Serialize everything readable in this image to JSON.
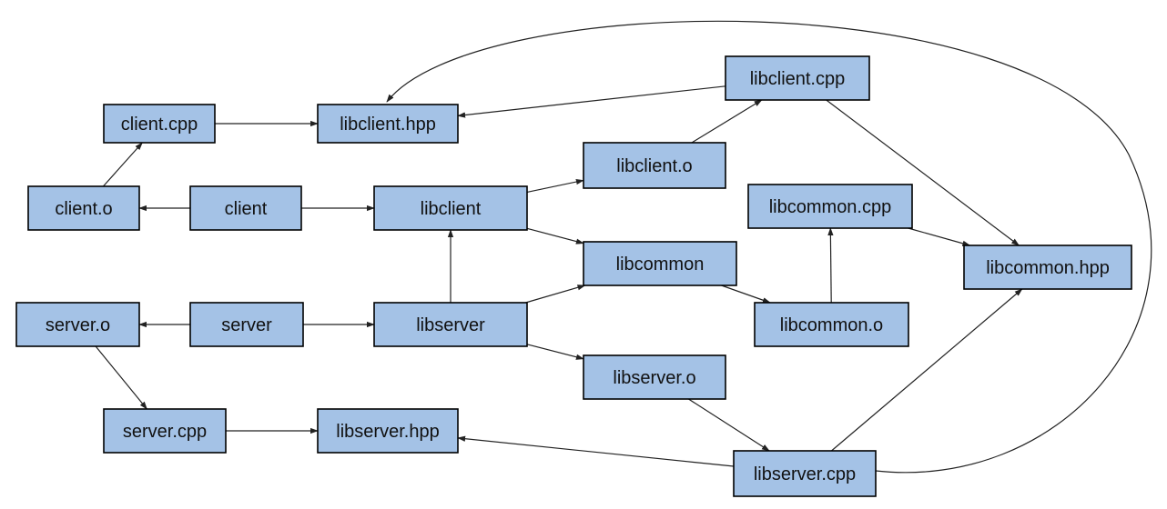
{
  "nodes": [
    {
      "id": "client_cpp",
      "label": "client.cpp"
    },
    {
      "id": "libclient_hpp",
      "label": "libclient.hpp"
    },
    {
      "id": "libclient_cpp",
      "label": "libclient.cpp"
    },
    {
      "id": "libclient_o",
      "label": "libclient.o"
    },
    {
      "id": "client_o",
      "label": "client.o"
    },
    {
      "id": "client",
      "label": "client"
    },
    {
      "id": "libclient",
      "label": "libclient"
    },
    {
      "id": "libcommon_cpp",
      "label": "libcommon.cpp"
    },
    {
      "id": "libcommon",
      "label": "libcommon"
    },
    {
      "id": "libcommon_hpp",
      "label": "libcommon.hpp"
    },
    {
      "id": "server_o",
      "label": "server.o"
    },
    {
      "id": "server",
      "label": "server"
    },
    {
      "id": "libserver",
      "label": "libserver"
    },
    {
      "id": "libcommon_o",
      "label": "libcommon.o"
    },
    {
      "id": "libserver_o",
      "label": "libserver.o"
    },
    {
      "id": "server_cpp",
      "label": "server.cpp"
    },
    {
      "id": "libserver_hpp",
      "label": "libserver.hpp"
    },
    {
      "id": "libserver_cpp",
      "label": "libserver.cpp"
    }
  ],
  "edges": [
    {
      "from": "client",
      "to": "client_o"
    },
    {
      "from": "client_o",
      "to": "client_cpp"
    },
    {
      "from": "client_cpp",
      "to": "libclient_hpp"
    },
    {
      "from": "client",
      "to": "libclient"
    },
    {
      "from": "libclient",
      "to": "libclient_o"
    },
    {
      "from": "libclient",
      "to": "libcommon"
    },
    {
      "from": "libclient_o",
      "to": "libclient_cpp"
    },
    {
      "from": "libclient_cpp",
      "to": "libclient_hpp"
    },
    {
      "from": "libclient_cpp",
      "to": "libcommon_hpp"
    },
    {
      "from": "server",
      "to": "server_o"
    },
    {
      "from": "server",
      "to": "libserver"
    },
    {
      "from": "libserver",
      "to": "libclient"
    },
    {
      "from": "libserver",
      "to": "libcommon"
    },
    {
      "from": "libserver",
      "to": "libserver_o"
    },
    {
      "from": "server_o",
      "to": "server_cpp"
    },
    {
      "from": "server_cpp",
      "to": "libserver_hpp"
    },
    {
      "from": "libcommon",
      "to": "libcommon_o"
    },
    {
      "from": "libcommon_o",
      "to": "libcommon_cpp"
    },
    {
      "from": "libcommon_cpp",
      "to": "libcommon_hpp"
    },
    {
      "from": "libserver_o",
      "to": "libserver_cpp"
    },
    {
      "from": "libserver_cpp",
      "to": "libserver_hpp"
    },
    {
      "from": "libserver_cpp",
      "to": "libcommon_hpp"
    },
    {
      "from": "libserver_cpp",
      "to": "libclient_hpp"
    }
  ]
}
